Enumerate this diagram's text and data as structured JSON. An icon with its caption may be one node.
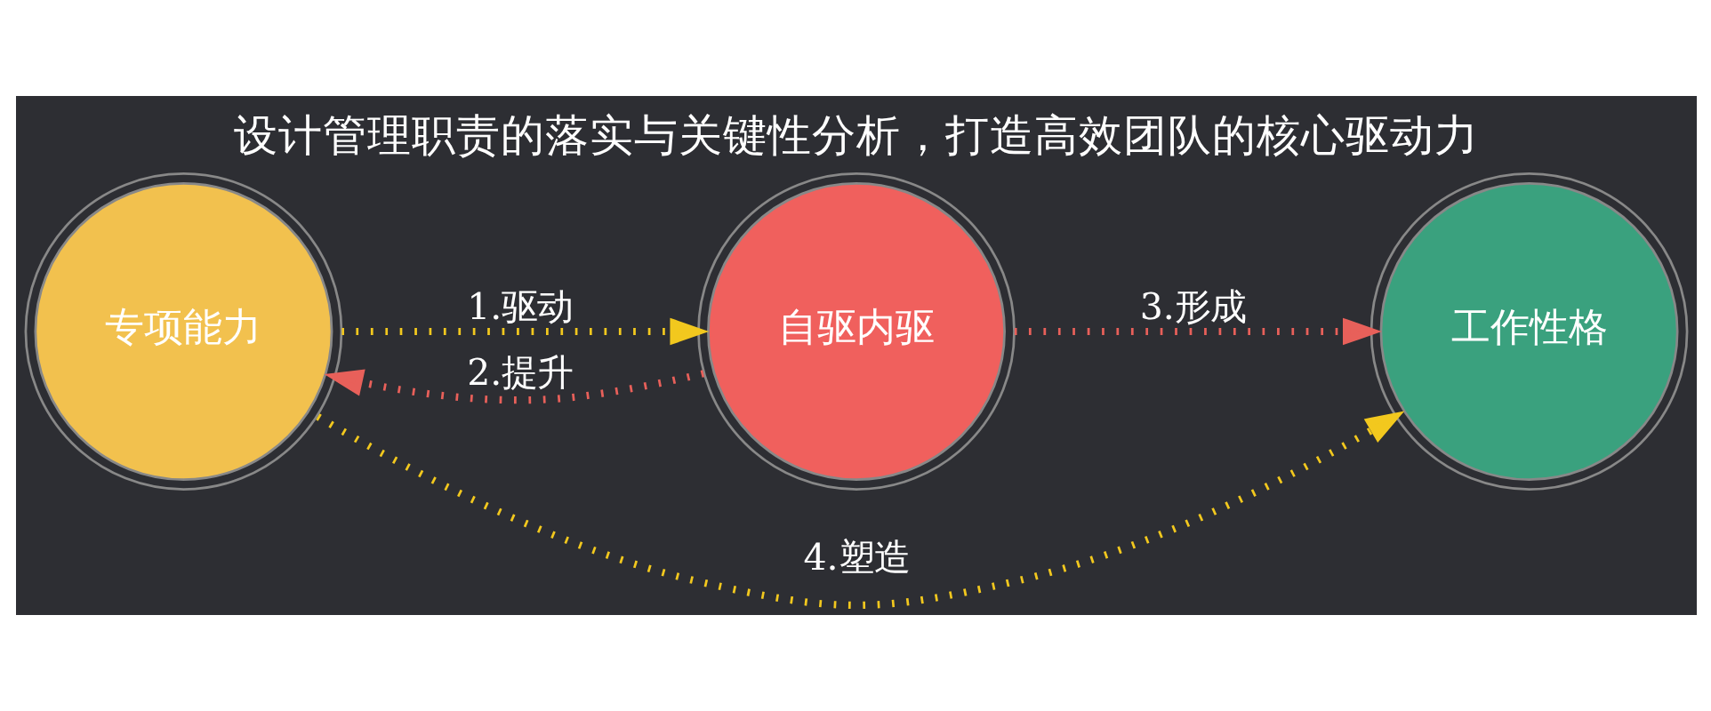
{
  "diagram": {
    "title": "设计管理职责的落实与关键性分析，打造高效团队的核心驱动力",
    "nodes": [
      {
        "text": [
          "专项能力"
        ]
      },
      {
        "text": [
          "自驱内驱"
        ]
      },
      {
        "text": [
          "工作性格"
        ]
      }
    ],
    "edges": [
      {
        "from": 0,
        "to": 1,
        "arrow": "to",
        "label": "1.驱动",
        "style": "dashed",
        "color": "#f2c81e"
      },
      {
        "from": 1,
        "to": 0,
        "arrow": "to",
        "label": "2.提升",
        "style": "dashed",
        "color": "#e8605a"
      },
      {
        "from": 1,
        "to": 2,
        "arrow": "to",
        "label": "3.形成",
        "style": "dashed",
        "color": "#e8605a"
      },
      {
        "from": 0,
        "to": 2,
        "arrow": "to",
        "label": "4.塑造",
        "style": "dashed",
        "color": "#f2c81e"
      }
    ]
  }
}
